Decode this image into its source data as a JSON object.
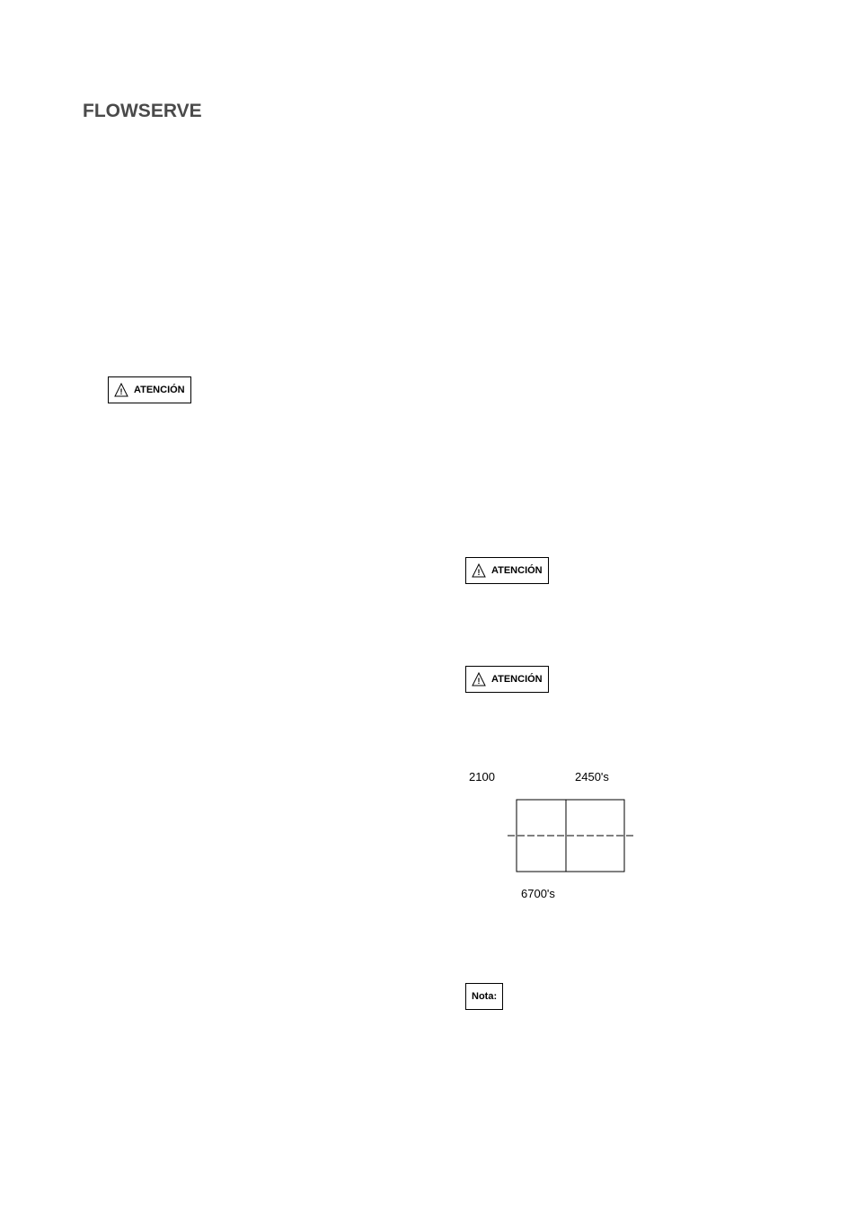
{
  "logo": "FLOWSERVE",
  "warn": "ATENCIÓN",
  "note": "Nota:",
  "shaft": {
    "a": "2100",
    "b": "2450's",
    "c": "6700's"
  }
}
